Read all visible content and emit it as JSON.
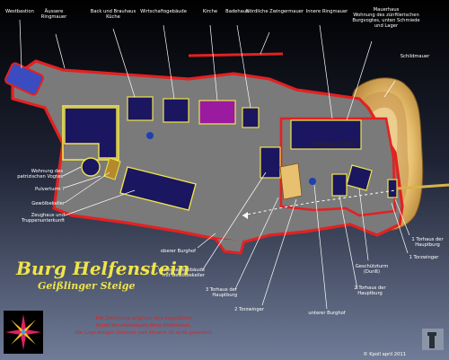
{
  "title": "Burg Helfenstein",
  "subtitle": "Geißlinger Steige",
  "copyright_center": "© Kpoll april 2011",
  "copyright_bottom": "© Kpoll april 2011",
  "red_note": [
    "Die Zeichnung zeigt nur den ungefähren",
    "Stand der ehemaligen Burg Helfenstein.",
    "Die Lage einiger Gebäude und Mauern ist nicht gesichert."
  ],
  "labels": {
    "westbastion": "Westbastion",
    "aeussere_ringmauer": [
      "Äussere",
      "Ringmauer"
    ],
    "back_brauhaus": [
      "Back und Brauhaus",
      "Küche"
    ],
    "wirtschaftsgebaeude": "Wirtschaftsgebäude",
    "kirche": "Kirche",
    "badehaus": "Badehaus",
    "noerdliche_zwingermauer": "Nördliche Zwingermauer",
    "innere_ringmauer": "Innere Ringmauer",
    "mauerhaus": [
      "Mauerhaus",
      "Wohnung des zünftlerischen",
      "Burgvogtes, unten Schmiede",
      "und Lager"
    ],
    "schildmauer": "Schildmauer",
    "wohnung_vogt": [
      "Wohnung des",
      "patrizischen Vogtes"
    ],
    "pulverturm": "Pulverturm ?",
    "gewoelbekeller": "Gewölbekeller",
    "zeughaus": [
      "Zeughaus und",
      "Truppenunterkunft"
    ],
    "oberer_burghof": "oberer Burghof",
    "wirtschaftsgebaeude_keller": [
      "Wirtschaftsgebäude",
      "mit Gewölbekeller"
    ],
    "torhaus3": [
      "3 Torhaus der",
      "Hauptburg"
    ],
    "zwinger2": "2 Torzwinger",
    "unterer_burghof": "unterer Burghof",
    "torhaus2": [
      "2 Torhaus der",
      "Hauptburg"
    ],
    "geschuetzturm": [
      "Geschützturm",
      "(Duriß)"
    ],
    "zwinger1": "1 Torzwinger",
    "torhaus1": [
      "1 Torhaus der",
      "Hauptburg"
    ]
  },
  "icons": [
    "compass-rose-icon",
    "castle-thumbnail-icon"
  ],
  "colors": {
    "background_top": "#000000",
    "background_bottom": "#6e7a96",
    "outer_wall": "#e32121",
    "courtyard": "#7a7a7a",
    "building_fill": "#1a1660",
    "building_outline": "#f0e44a",
    "church": "#9a1aa0",
    "rock": "#e8c070",
    "title": "#f0e44a",
    "note": "#e02020"
  }
}
